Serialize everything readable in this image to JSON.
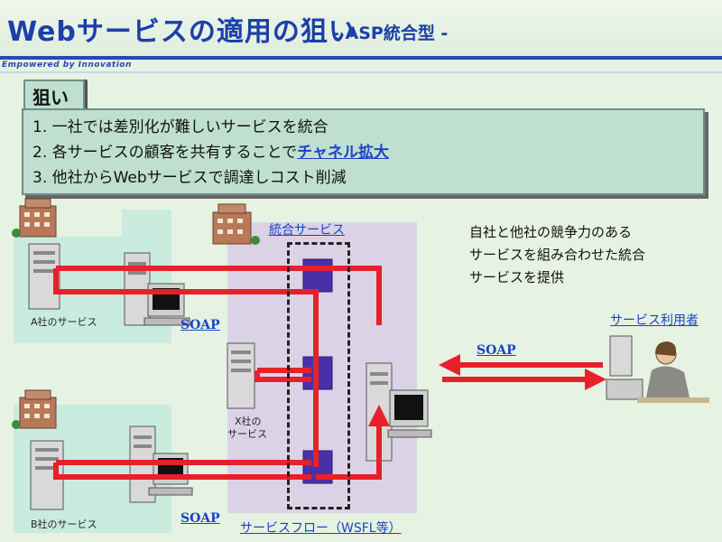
{
  "header": {
    "title": "Webサービスの適用の狙い",
    "subtitle": "- ASP統合型 -",
    "tagline": "Empowered by Innovation"
  },
  "aim": {
    "tab_label": "狙い",
    "items": [
      {
        "text": "1.  一社では差別化が難しいサービスを統合",
        "link": ""
      },
      {
        "text": "2.  各サービスの顧客を共有することで",
        "link": "チャネル拡大"
      },
      {
        "text": "3.  他社からWebサービスで調達しコスト削減",
        "link": ""
      }
    ]
  },
  "diagram": {
    "integrated_service_label": "統合サービス",
    "company_a_label": "A社のサービス",
    "company_b_label": "B社のサービス",
    "company_x_label_line1": "X社の",
    "company_x_label_line2": "サービス",
    "soap_label_1": "SOAP",
    "soap_label_2": "SOAP",
    "soap_label_3": "SOAP",
    "service_user_label": "サービス利用者",
    "service_flow_label": "サービスフロー（WSFL等）",
    "description": [
      "自社と他社の競争力のある",
      "サービスを組み合わせた統合",
      "サービスを提供"
    ]
  },
  "colors": {
    "title_blue": "#1d3fa8",
    "flow_red": "#e8202a",
    "link_blue": "#1a44c8",
    "panel_teal": "#c9ecdf",
    "panel_lavender": "#dcd2e6"
  }
}
